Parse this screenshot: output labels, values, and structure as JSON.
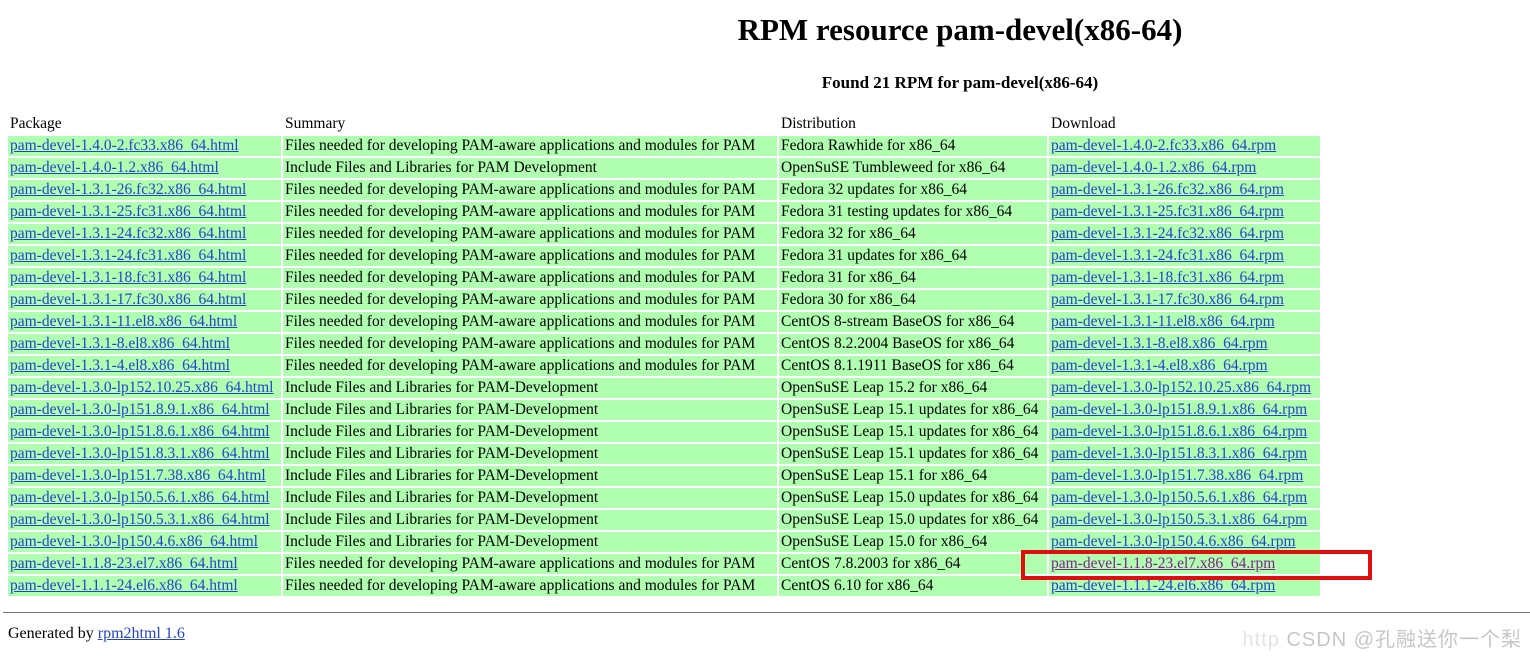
{
  "page": {
    "title": "RPM resource pam-devel(x86-64)",
    "subtitle": "Found 21 RPM for pam-devel(x86-64)",
    "footer": {
      "prefix": "Generated by ",
      "link_label": "rpm2html 1.6"
    },
    "watermark": {
      "faint": "http",
      "text": "CSDN @孔融送你一个梨"
    }
  },
  "colors": {
    "row_green": "#B0FFB0",
    "link_blue": "#2442CC",
    "visited_purple": "#82218B",
    "highlight_red": "#E00E0E"
  },
  "table": {
    "headers": [
      "Package",
      "Summary",
      "Distribution",
      "Download"
    ],
    "rows": [
      {
        "package": "pam-devel-1.4.0-2.fc33.x86_64.html",
        "summary": "Files needed for developing PAM-aware applications and modules for PAM",
        "distribution": "Fedora Rawhide for x86_64",
        "download": "pam-devel-1.4.0-2.fc33.x86_64.rpm",
        "visited": false,
        "highlighted": false
      },
      {
        "package": "pam-devel-1.4.0-1.2.x86_64.html",
        "summary": "Include Files and Libraries for PAM Development",
        "distribution": "OpenSuSE Tumbleweed for x86_64",
        "download": "pam-devel-1.4.0-1.2.x86_64.rpm",
        "visited": false,
        "highlighted": false
      },
      {
        "package": "pam-devel-1.3.1-26.fc32.x86_64.html",
        "summary": "Files needed for developing PAM-aware applications and modules for PAM",
        "distribution": "Fedora 32 updates for x86_64",
        "download": "pam-devel-1.3.1-26.fc32.x86_64.rpm",
        "visited": false,
        "highlighted": false
      },
      {
        "package": "pam-devel-1.3.1-25.fc31.x86_64.html",
        "summary": "Files needed for developing PAM-aware applications and modules for PAM",
        "distribution": "Fedora 31 testing updates for x86_64",
        "download": "pam-devel-1.3.1-25.fc31.x86_64.rpm",
        "visited": false,
        "highlighted": false
      },
      {
        "package": "pam-devel-1.3.1-24.fc32.x86_64.html",
        "summary": "Files needed for developing PAM-aware applications and modules for PAM",
        "distribution": "Fedora 32 for x86_64",
        "download": "pam-devel-1.3.1-24.fc32.x86_64.rpm",
        "visited": false,
        "highlighted": false
      },
      {
        "package": "pam-devel-1.3.1-24.fc31.x86_64.html",
        "summary": "Files needed for developing PAM-aware applications and modules for PAM",
        "distribution": "Fedora 31 updates for x86_64",
        "download": "pam-devel-1.3.1-24.fc31.x86_64.rpm",
        "visited": false,
        "highlighted": false
      },
      {
        "package": "pam-devel-1.3.1-18.fc31.x86_64.html",
        "summary": "Files needed for developing PAM-aware applications and modules for PAM",
        "distribution": "Fedora 31 for x86_64",
        "download": "pam-devel-1.3.1-18.fc31.x86_64.rpm",
        "visited": false,
        "highlighted": false
      },
      {
        "package": "pam-devel-1.3.1-17.fc30.x86_64.html",
        "summary": "Files needed for developing PAM-aware applications and modules for PAM",
        "distribution": "Fedora 30 for x86_64",
        "download": "pam-devel-1.3.1-17.fc30.x86_64.rpm",
        "visited": false,
        "highlighted": false
      },
      {
        "package": "pam-devel-1.3.1-11.el8.x86_64.html",
        "summary": "Files needed for developing PAM-aware applications and modules for PAM",
        "distribution": "CentOS 8-stream BaseOS for x86_64",
        "download": "pam-devel-1.3.1-11.el8.x86_64.rpm",
        "visited": false,
        "highlighted": false
      },
      {
        "package": "pam-devel-1.3.1-8.el8.x86_64.html",
        "summary": "Files needed for developing PAM-aware applications and modules for PAM",
        "distribution": "CentOS 8.2.2004 BaseOS for x86_64",
        "download": "pam-devel-1.3.1-8.el8.x86_64.rpm",
        "visited": false,
        "highlighted": false
      },
      {
        "package": "pam-devel-1.3.1-4.el8.x86_64.html",
        "summary": "Files needed for developing PAM-aware applications and modules for PAM",
        "distribution": "CentOS 8.1.1911 BaseOS for x86_64",
        "download": "pam-devel-1.3.1-4.el8.x86_64.rpm",
        "visited": false,
        "highlighted": false
      },
      {
        "package": "pam-devel-1.3.0-lp152.10.25.x86_64.html",
        "summary": "Include Files and Libraries for PAM-Development",
        "distribution": "OpenSuSE Leap 15.2 for x86_64",
        "download": "pam-devel-1.3.0-lp152.10.25.x86_64.rpm",
        "visited": false,
        "highlighted": false
      },
      {
        "package": "pam-devel-1.3.0-lp151.8.9.1.x86_64.html",
        "summary": "Include Files and Libraries for PAM-Development",
        "distribution": "OpenSuSE Leap 15.1 updates for x86_64",
        "download": "pam-devel-1.3.0-lp151.8.9.1.x86_64.rpm",
        "visited": false,
        "highlighted": false
      },
      {
        "package": "pam-devel-1.3.0-lp151.8.6.1.x86_64.html",
        "summary": "Include Files and Libraries for PAM-Development",
        "distribution": "OpenSuSE Leap 15.1 updates for x86_64",
        "download": "pam-devel-1.3.0-lp151.8.6.1.x86_64.rpm",
        "visited": false,
        "highlighted": false
      },
      {
        "package": "pam-devel-1.3.0-lp151.8.3.1.x86_64.html",
        "summary": "Include Files and Libraries for PAM-Development",
        "distribution": "OpenSuSE Leap 15.1 updates for x86_64",
        "download": "pam-devel-1.3.0-lp151.8.3.1.x86_64.rpm",
        "visited": false,
        "highlighted": false
      },
      {
        "package": "pam-devel-1.3.0-lp151.7.38.x86_64.html",
        "summary": "Include Files and Libraries for PAM-Development",
        "distribution": "OpenSuSE Leap 15.1 for x86_64",
        "download": "pam-devel-1.3.0-lp151.7.38.x86_64.rpm",
        "visited": false,
        "highlighted": false
      },
      {
        "package": "pam-devel-1.3.0-lp150.5.6.1.x86_64.html",
        "summary": "Include Files and Libraries for PAM-Development",
        "distribution": "OpenSuSE Leap 15.0 updates for x86_64",
        "download": "pam-devel-1.3.0-lp150.5.6.1.x86_64.rpm",
        "visited": false,
        "highlighted": false
      },
      {
        "package": "pam-devel-1.3.0-lp150.5.3.1.x86_64.html",
        "summary": "Include Files and Libraries for PAM-Development",
        "distribution": "OpenSuSE Leap 15.0 updates for x86_64",
        "download": "pam-devel-1.3.0-lp150.5.3.1.x86_64.rpm",
        "visited": false,
        "highlighted": false
      },
      {
        "package": "pam-devel-1.3.0-lp150.4.6.x86_64.html",
        "summary": "Include Files and Libraries for PAM-Development",
        "distribution": "OpenSuSE Leap 15.0 for x86_64",
        "download": "pam-devel-1.3.0-lp150.4.6.x86_64.rpm",
        "visited": false,
        "highlighted": false
      },
      {
        "package": "pam-devel-1.1.8-23.el7.x86_64.html",
        "summary": "Files needed for developing PAM-aware applications and modules for PAM",
        "distribution": "CentOS 7.8.2003 for x86_64",
        "download": "pam-devel-1.1.8-23.el7.x86_64.rpm",
        "visited": true,
        "highlighted": true
      },
      {
        "package": "pam-devel-1.1.1-24.el6.x86_64.html",
        "summary": "Files needed for developing PAM-aware applications and modules for PAM",
        "distribution": "CentOS 6.10 for x86_64",
        "download": "pam-devel-1.1.1-24.el6.x86_64.rpm",
        "visited": false,
        "highlighted": false
      }
    ]
  }
}
